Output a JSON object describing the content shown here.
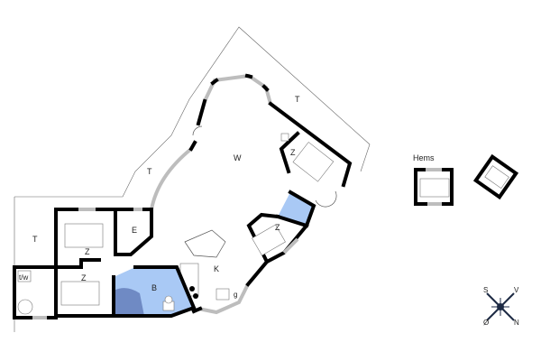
{
  "plan": {
    "rooms": [
      {
        "id": "terrace-north",
        "label": "T"
      },
      {
        "id": "terrace-west",
        "label": "T"
      },
      {
        "id": "terrace-left",
        "label": "T"
      },
      {
        "id": "living",
        "label": "W"
      },
      {
        "id": "bedroom-ne",
        "label": "Z"
      },
      {
        "id": "bedroom-east",
        "label": "Z"
      },
      {
        "id": "bedroom-nw",
        "label": "Z"
      },
      {
        "id": "bedroom-sw",
        "label": "Z"
      },
      {
        "id": "entrance",
        "label": "E"
      },
      {
        "id": "bathroom",
        "label": "B"
      },
      {
        "id": "kitchen",
        "label": "K"
      },
      {
        "id": "utility",
        "label": "t/w"
      },
      {
        "id": "kitchen-appliance",
        "label": "g"
      }
    ],
    "loft": {
      "label": "Hems"
    },
    "colors": {
      "wet_room": "#a9c9f5",
      "shower": "#6f8ac4",
      "wall": "#000000",
      "window": "#bdbdbd"
    }
  },
  "compass": {
    "top_left": "S",
    "top_right": "V",
    "bottom_left": "Ø",
    "bottom_right": "N"
  }
}
